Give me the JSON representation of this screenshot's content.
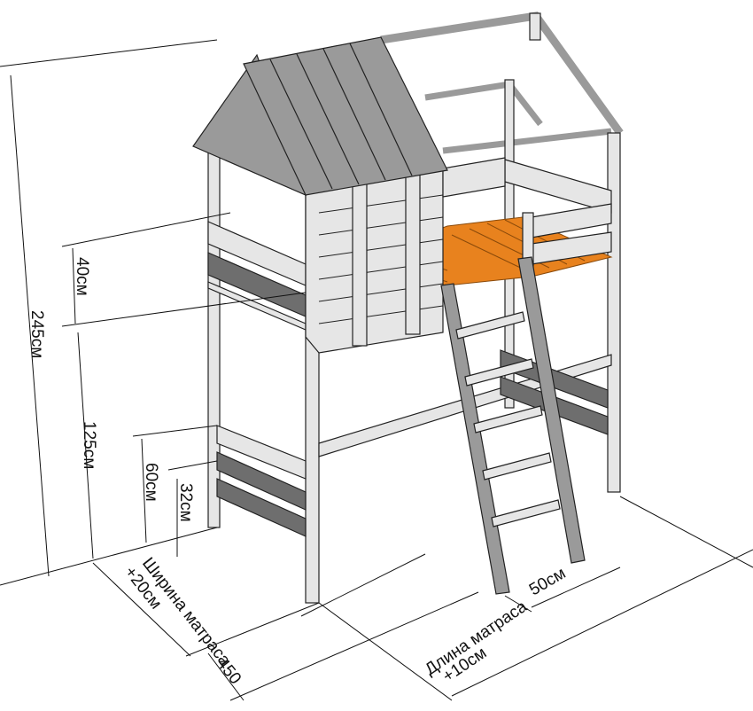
{
  "dimensions": {
    "total_height": "245см",
    "guard_height": "40см",
    "under_clearance": "125см",
    "lower_rail_height": "60см",
    "lower_base_height": "32см",
    "width_label": "Ширина матраса",
    "width_extra": "+20см",
    "ladder_offset": "450",
    "length_label": "Длина матраса",
    "length_extra": "+10см",
    "ladder_width": "50см"
  },
  "colors": {
    "wood": "#9a9a9a",
    "panel": "#e6e6e6",
    "slats": "#e8821e"
  }
}
